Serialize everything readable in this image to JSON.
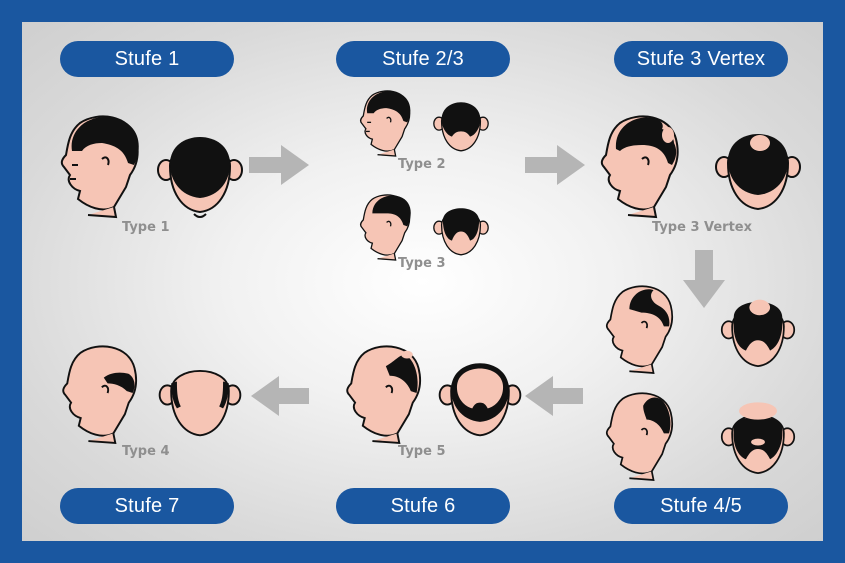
{
  "stages": {
    "s1": "Stufe 1",
    "s23": "Stufe 2/3",
    "s3v": "Stufe 3 Vertex",
    "s45": "Stufe 4/5",
    "s6": "Stufe 6",
    "s7": "Stufe 7"
  },
  "types": {
    "t1": "Type 1",
    "t2": "Type 2",
    "t3": "Type 3",
    "t3v": "Type 3 Vertex",
    "t4": "Type 4",
    "t5": "Type 5"
  },
  "colors": {
    "border": "#1a57a0",
    "skin": "#f6c5b5",
    "hair": "#111111",
    "arrow": "#b5b5b5",
    "caption": "#8f8f8f"
  }
}
